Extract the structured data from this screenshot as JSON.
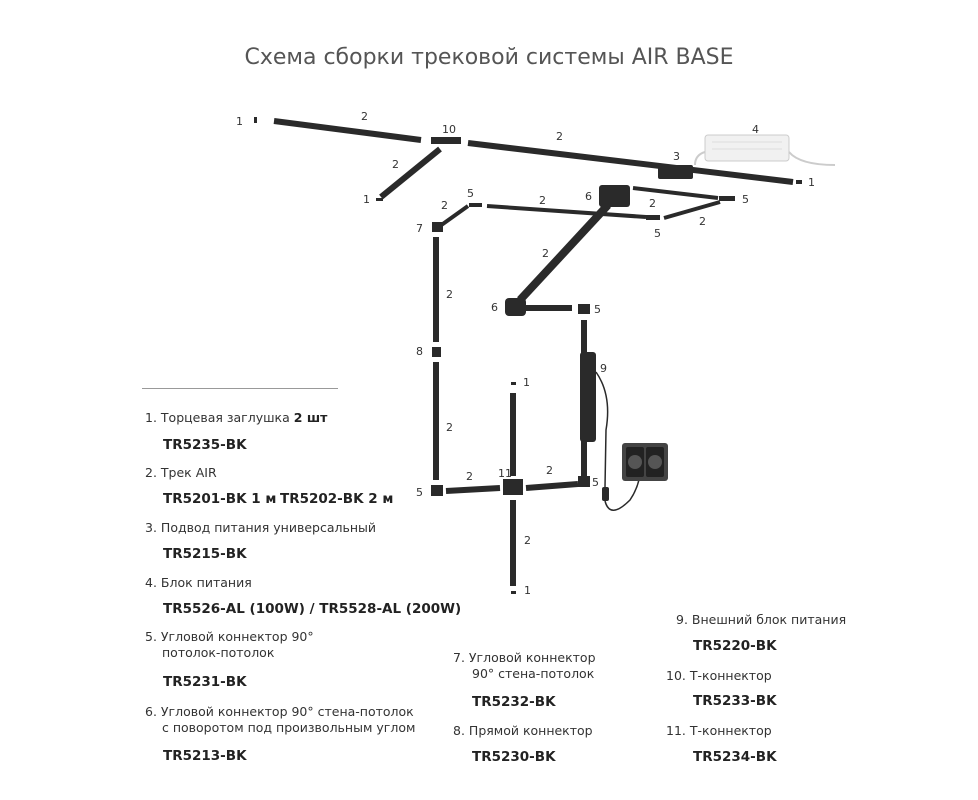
{
  "title": "Схема сборки трековой системы AIR BASE",
  "callouts": [
    "1",
    "2",
    "10",
    "2",
    "4",
    "3",
    "1",
    "2",
    "1",
    "5",
    "2",
    "2",
    "6",
    "2",
    "5",
    "2",
    "5",
    "7",
    "2",
    "2",
    "6",
    "5",
    "8",
    "9",
    "1",
    "2",
    "11",
    "2",
    "2",
    "5",
    "5",
    "2",
    "1"
  ],
  "legend": {
    "i1": {
      "num": "1.",
      "text": "Торцевая заглушка",
      "bold": "2 шт",
      "code": "TR5235-BK"
    },
    "i2": {
      "num": "2.",
      "text": "Трек AIR",
      "code1": "TR5201-BK  1 м",
      "code2": "TR5202-BK  2 м"
    },
    "i3": {
      "num": "3.",
      "text": "Подвод питания универсальный",
      "code": "TR5215-BK"
    },
    "i4": {
      "num": "4.",
      "text": "Блок питания",
      "code": "TR5526-AL (100W) / TR5528-AL (200W)"
    },
    "i5": {
      "num": "5.",
      "text": "Угловой коннектор 90°",
      "text2": "потолок-потолок",
      "code": "TR5231-BK"
    },
    "i6": {
      "num": "6.",
      "text": "Угловой коннектор 90° стена-потолок",
      "text2": "с поворотом под произвольным углом",
      "code": "TR5213-BK"
    },
    "i7": {
      "num": "7.",
      "text": "Угловой коннектор",
      "text2": "90° стена-потолок",
      "code": "TR5232-BK"
    },
    "i8": {
      "num": "8.",
      "text": "Прямой коннектор",
      "code": "TR5230-BK"
    },
    "i9": {
      "num": "9.",
      "text": "Внешний блок питания",
      "code": "TR5220-BK"
    },
    "i10": {
      "num": "10.",
      "text": "Т-коннектор",
      "code": "TR5233-BK"
    },
    "i11": {
      "num": "11.",
      "text": "Т-коннектор",
      "code": "TR5234-BK"
    }
  }
}
